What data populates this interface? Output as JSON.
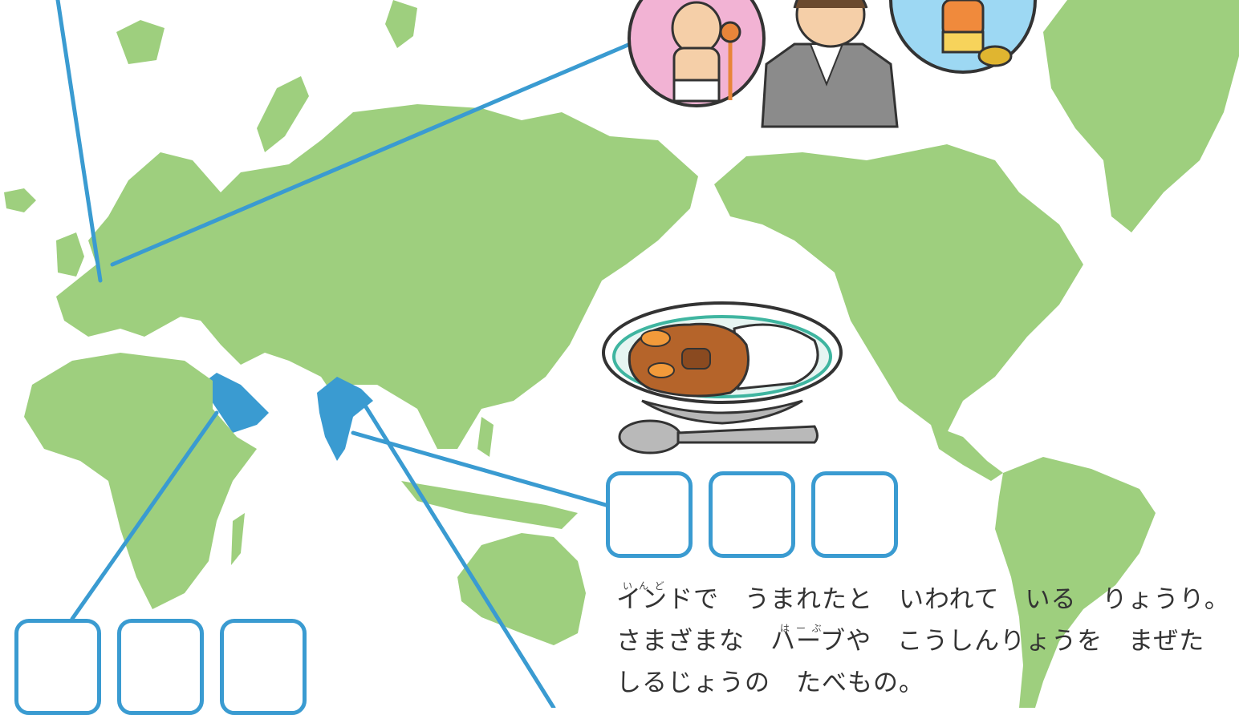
{
  "colors": {
    "land": "#9ecf7e",
    "highlight": "#3a9bd1",
    "leader_line": "#3a9bd1",
    "text": "#333333"
  },
  "illustrations": [
    "curry-rice-icon",
    "spoon-icon",
    "character-portrait-icon",
    "composer-portrait-icon",
    "girl-portrait-icon"
  ],
  "description": {
    "line1": "インドで　うまれたと　いわれて　いる　りょうり。",
    "line2": "さまざまな　ハーブや　こうしんりょうを　まぜた",
    "line3": "しるじょうの　たべもの。",
    "ruby_india": "いんど",
    "ruby_herb": "はーぶ"
  }
}
